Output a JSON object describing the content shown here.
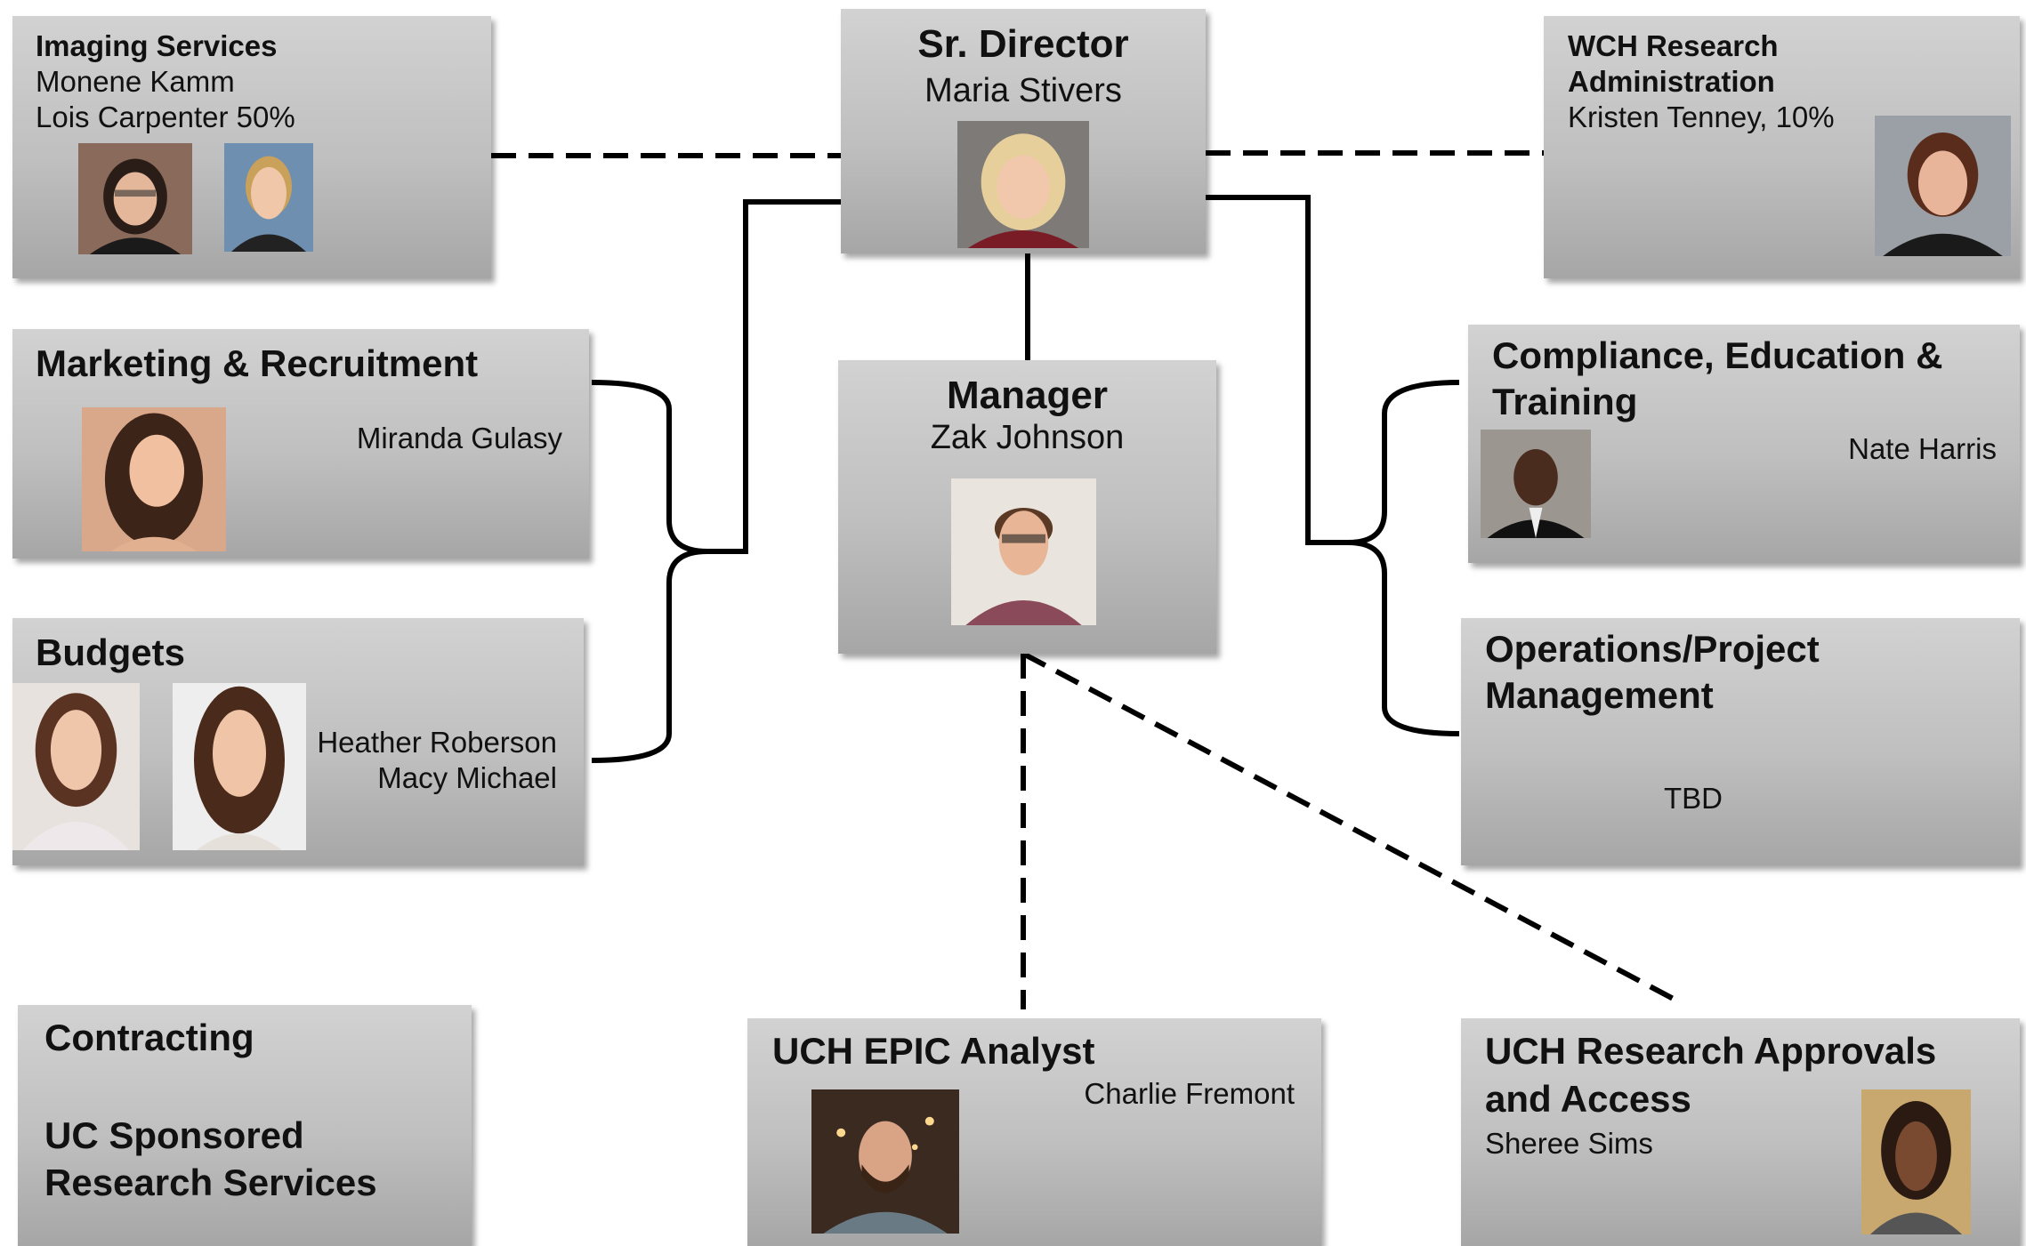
{
  "nodes": {
    "imaging": {
      "title": "Imaging Services",
      "person1": "Monene Kamm",
      "person2": "Lois Carpenter 50%"
    },
    "sr_director": {
      "title": "Sr. Director",
      "name": "Maria Stivers"
    },
    "wch": {
      "title_line1": "WCH Research",
      "title_line2": "Administration",
      "name": "Kristen Tenney, 10%"
    },
    "marketing": {
      "title": "Marketing & Recruitment",
      "name": "Miranda Gulasy"
    },
    "manager": {
      "title": "Manager",
      "name": "Zak Johnson"
    },
    "compliance": {
      "title_line1": "Compliance, Education &",
      "title_line2": "Training",
      "name": "Nate Harris"
    },
    "budgets": {
      "title": "Budgets",
      "name1": "Heather Roberson",
      "name2": "Macy Michael"
    },
    "operations": {
      "title_line1": "Operations/Project",
      "title_line2": "Management",
      "name": "TBD"
    },
    "contracting": {
      "line1": "Contracting",
      "line2": "UC Sponsored",
      "line3": "Research Services"
    },
    "epic": {
      "title": "UCH EPIC Analyst",
      "name": "Charlie Fremont"
    },
    "approvals": {
      "title_line1": "UCH Research Approvals",
      "title_line2": "and Access",
      "name": "Sheree Sims"
    }
  },
  "colors": {
    "box_top": "#d2d2d2",
    "box_bottom": "#a6a6a6",
    "line": "#000000"
  }
}
